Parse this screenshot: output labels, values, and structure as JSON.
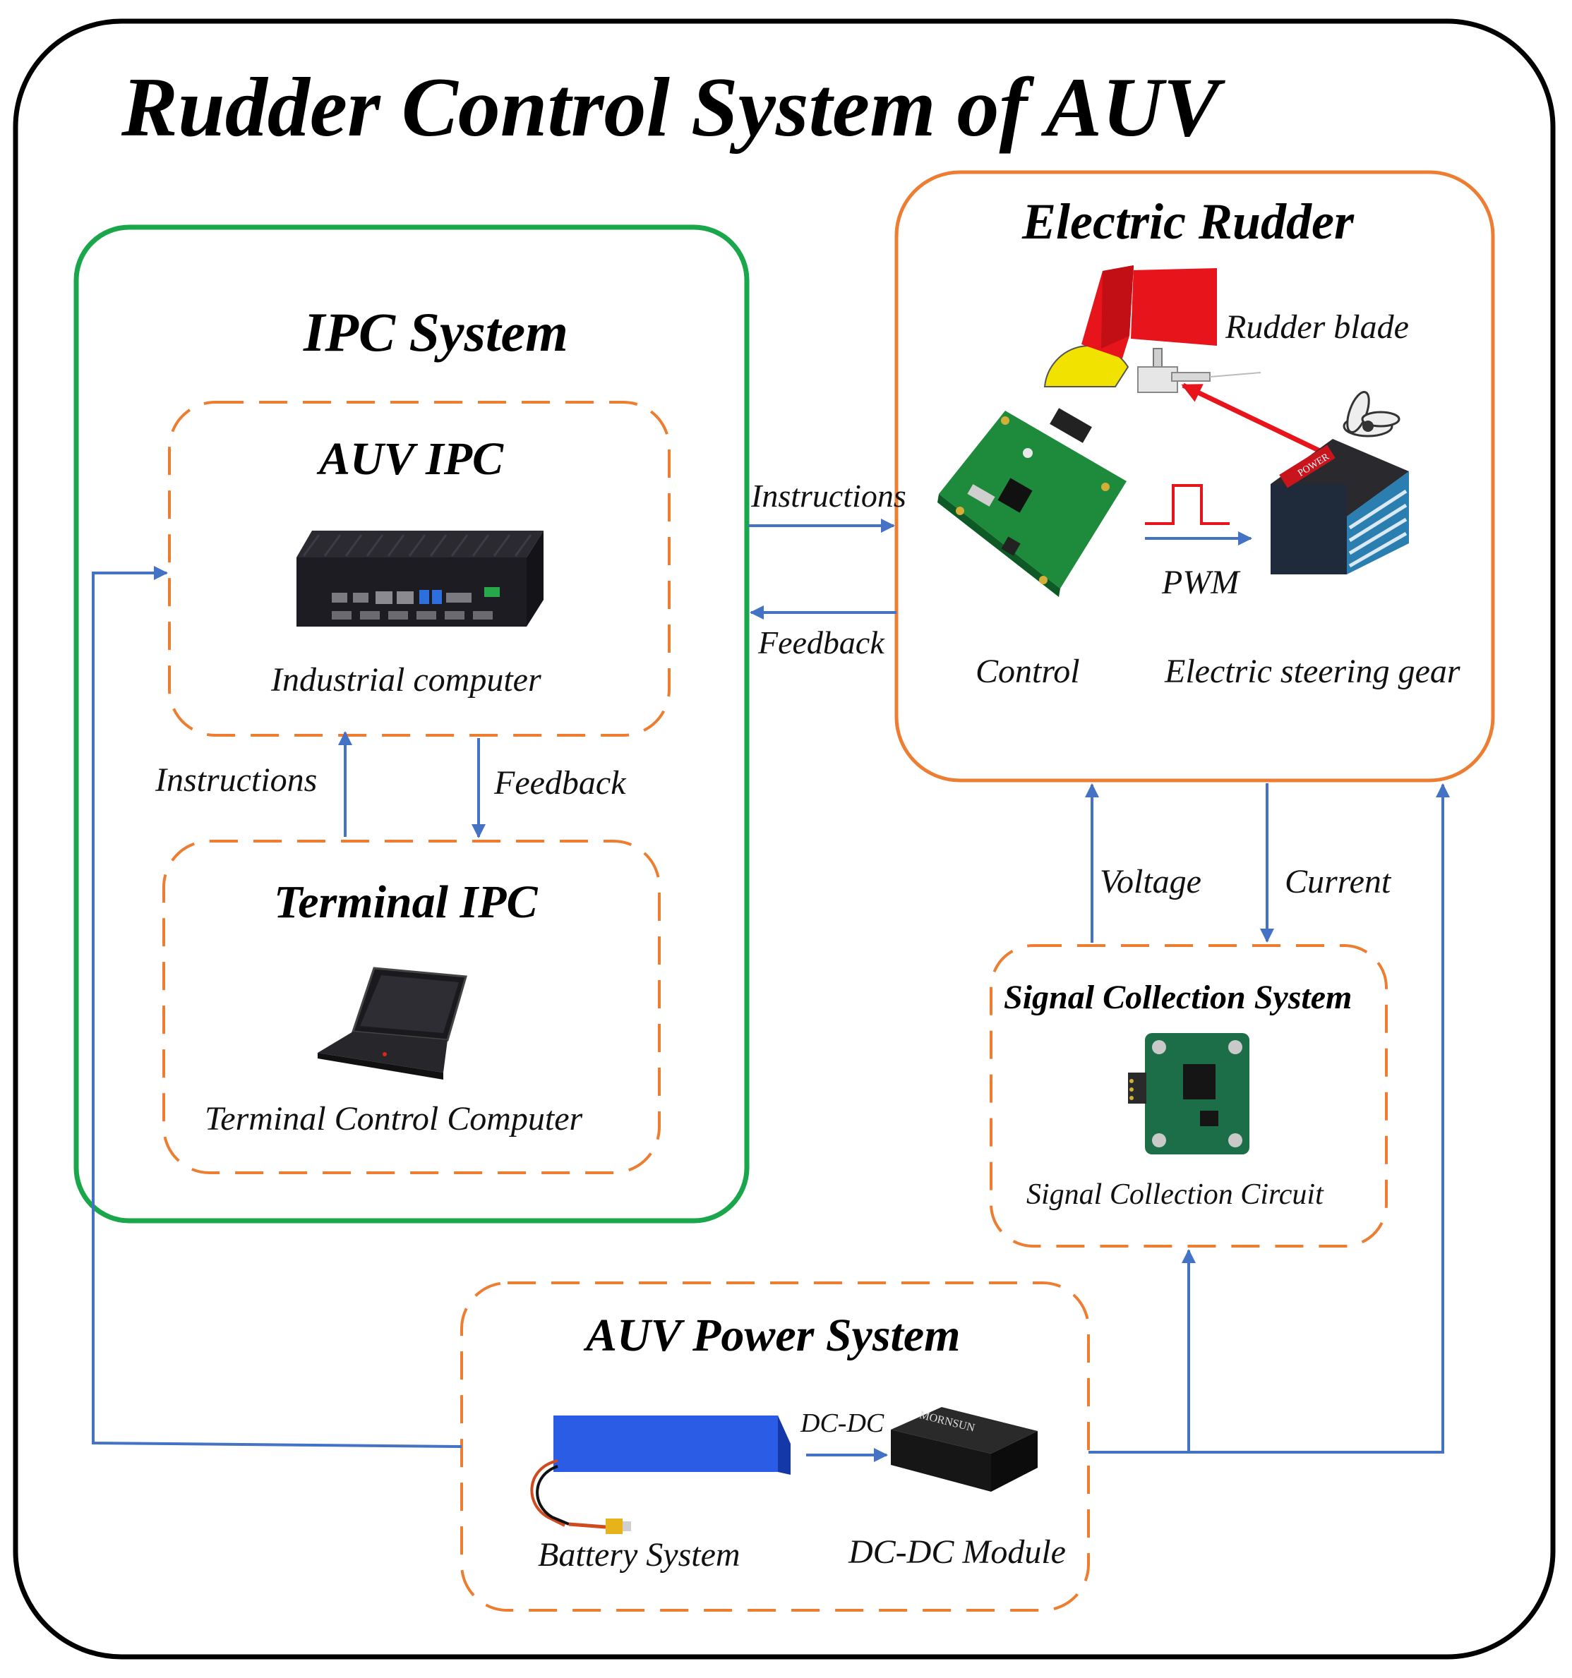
{
  "title": "Rudder Control System of AUV",
  "ipc_system": {
    "title": "IPC System",
    "auv_ipc": {
      "title": "AUV IPC",
      "device_label": "Industrial computer"
    },
    "terminal_ipc": {
      "title": "Terminal IPC",
      "device_label": "Terminal Control Computer"
    },
    "link_up_label": "Instructions",
    "link_down_label": "Feedback"
  },
  "electric_rudder": {
    "title": "Electric Rudder",
    "blade_label": "Rudder blade",
    "control_label": "Control",
    "servo_label": "Electric steering gear",
    "pwm_label": "PWM",
    "servo_brand": "POWER"
  },
  "link_to_rudder_label": "Instructions",
  "link_from_rudder_label": "Feedback",
  "voltage_label": "Voltage",
  "current_label": "Current",
  "signal_collection": {
    "title": "Signal Collection System",
    "device_label": "Signal Collection Circuit"
  },
  "power_system": {
    "title": "AUV Power System",
    "battery_label": "Battery System",
    "dcdc_arrow_label": "DC-DC",
    "dcdc_label": "DC-DC Module",
    "module_brand": "MORNSUN"
  },
  "colors": {
    "ipc_border": "#1aa64a",
    "dashed_border": "#ed7d31",
    "rudder_border": "#ed7d31",
    "arrow": "#4472c4",
    "blade": "#e8141c",
    "pwm": "#e8141c",
    "battery": "#1f4fd6"
  }
}
